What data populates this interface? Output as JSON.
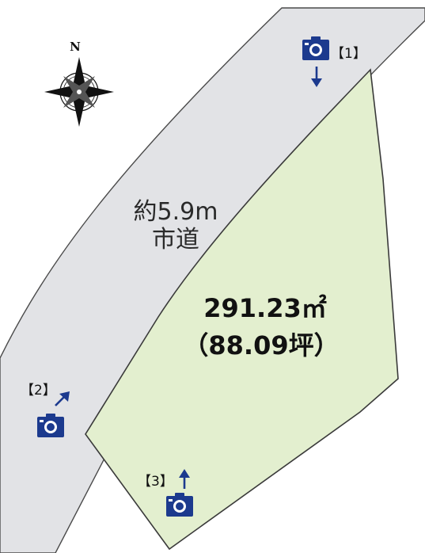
{
  "compass": {
    "north_label": "N"
  },
  "road": {
    "width_label": "約5.9m",
    "type_label": "市道",
    "color": "#e2e3e6",
    "outline_color": "#4a4a4a"
  },
  "parcel": {
    "area_sqm": "291.23㎡",
    "area_tsubo": "（88.09坪）",
    "fill_color": "#e3efcf",
    "outline_color": "#3a3a3a"
  },
  "cameras": [
    {
      "label": "【1】",
      "direction": "down-arrow-icon"
    },
    {
      "label": "【2】",
      "direction": "up-right-arrow-icon"
    },
    {
      "label": "【3】",
      "direction": "up-arrow-icon"
    }
  ],
  "icon_color": "#1c3a8e"
}
